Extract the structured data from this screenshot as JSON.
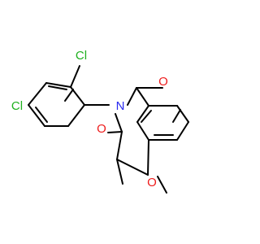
{
  "molecule": {
    "atoms": [
      {
        "id": "cl1",
        "text": "Cl",
        "color": "#1fb01f"
      },
      {
        "id": "cl2",
        "text": "Cl",
        "color": "#1fb01f"
      },
      {
        "id": "n1",
        "text": "N",
        "color": "#2a2af0"
      },
      {
        "id": "o1",
        "text": "O",
        "color": "#ee1c1c"
      },
      {
        "id": "o2",
        "text": "O",
        "color": "#ee1c1c"
      },
      {
        "id": "o3",
        "text": "O",
        "color": "#ee1c1c"
      }
    ],
    "bond_color": "#000000",
    "background": "#ffffff"
  }
}
